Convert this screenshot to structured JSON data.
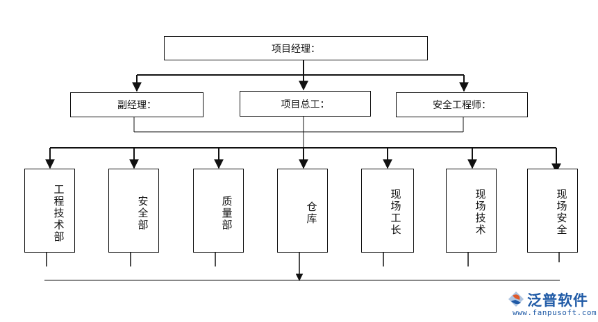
{
  "top": {
    "label": "项目经理："
  },
  "level2": [
    {
      "label": "副经理："
    },
    {
      "label": "项目总工："
    },
    {
      "label": "安全工程师："
    }
  ],
  "departments": [
    {
      "label": "工程技术部"
    },
    {
      "label": "安全部"
    },
    {
      "label": "质量部"
    },
    {
      "label": "仓库"
    },
    {
      "label": "现场工长"
    },
    {
      "label": "现场技术"
    },
    {
      "label": "现场安全"
    }
  ],
  "watermark": {
    "brand": "泛普软件",
    "url": "www.fanpusoft.com",
    "icon": "fanpu-logo-icon"
  },
  "colors": {
    "line": "#111111",
    "brand": "#1f5aa6",
    "accent": "#e05a2a"
  }
}
